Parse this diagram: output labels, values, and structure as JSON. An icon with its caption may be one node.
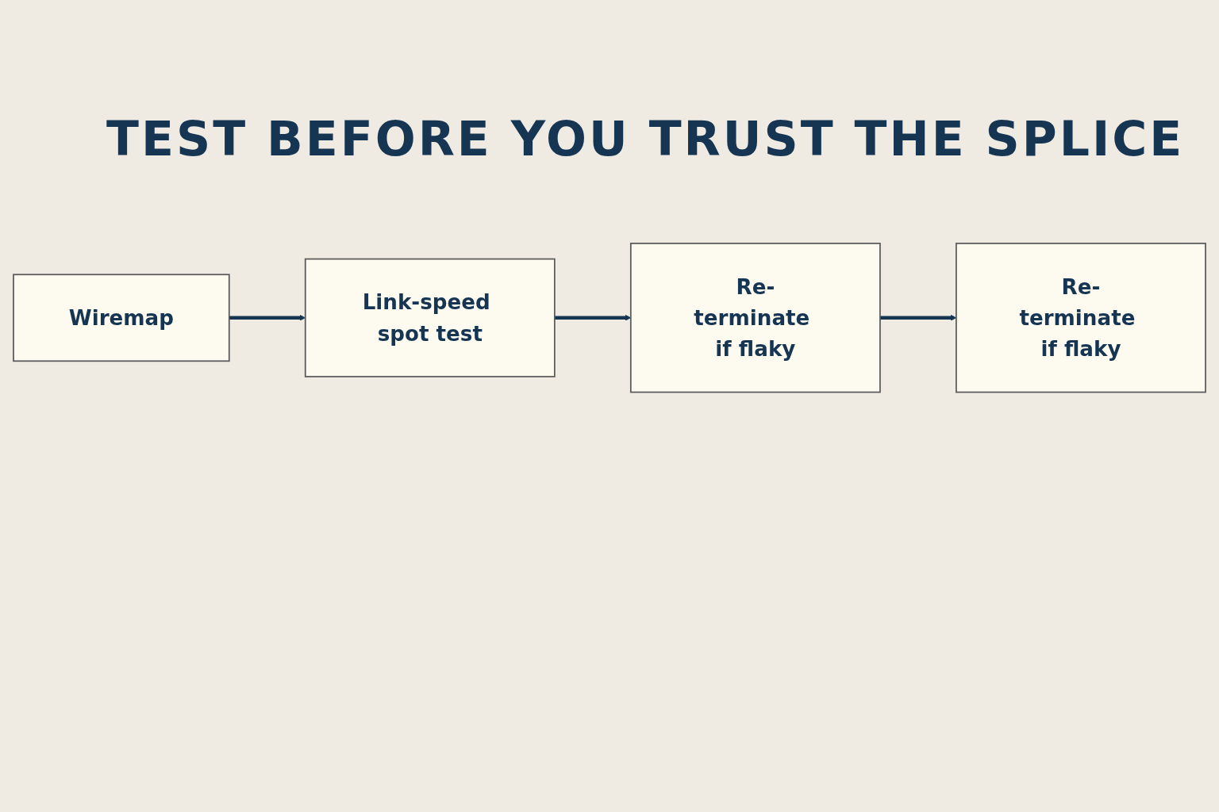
{
  "diagram": {
    "title": "TEST BEFORE YOU TRUST THE SPLICE",
    "nodes": [
      {
        "text": [
          "Wiremap"
        ]
      },
      {
        "text": [
          "Link-speed spot test"
        ]
      },
      {
        "text": [
          "Re-terminate if flaky"
        ]
      },
      {
        "text": [
          "Re-terminate if flaky"
        ]
      }
    ],
    "edges": [
      {
        "from": 0,
        "to": 1,
        "arrow": "to"
      },
      {
        "from": 1,
        "to": 2,
        "arrow": "to"
      },
      {
        "from": 2,
        "to": 3,
        "arrow": "to"
      }
    ]
  }
}
